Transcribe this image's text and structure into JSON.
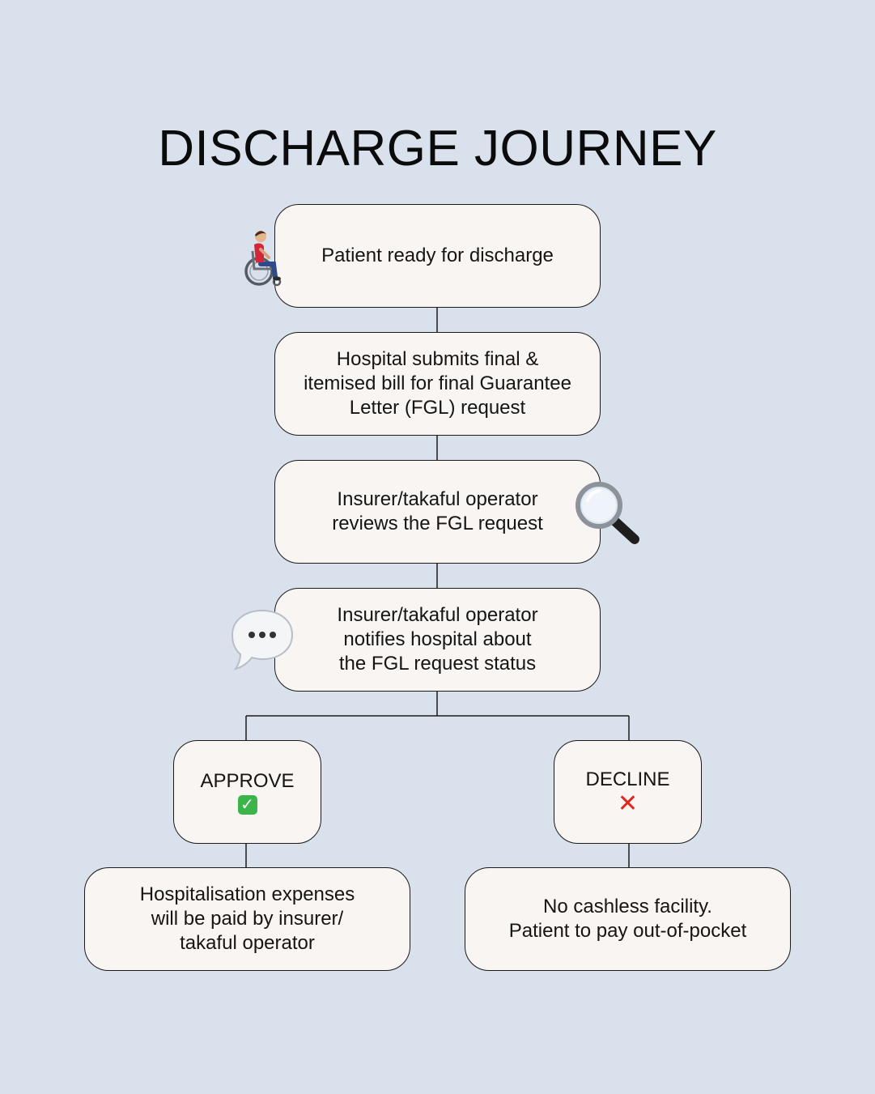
{
  "title": "DISCHARGE JOURNEY",
  "steps": [
    {
      "text": "Patient ready for discharge",
      "icon": "wheelchair-person-icon"
    },
    {
      "text": "Hospital submits final &\nitemised bill for final Guarantee\nLetter (FGL) request"
    },
    {
      "text": "Insurer/takaful operator\nreviews the FGL request",
      "icon": "magnifying-glass-icon"
    },
    {
      "text": "Insurer/takaful operator\nnotifies hospital about\nthe FGL request status",
      "icon": "speech-bubble-icon"
    }
  ],
  "branches": {
    "approve": {
      "label": "APPROVE",
      "icon": "check-mark-icon",
      "outcome": "Hospitalisation expenses\nwill be paid by insurer/\ntakaful operator"
    },
    "decline": {
      "label": "DECLINE",
      "icon": "cross-mark-icon",
      "outcome": "No cashless facility.\nPatient to pay out-of-pocket"
    }
  },
  "colors": {
    "background": "#d9e1ed",
    "box_fill": "#f8f5f2",
    "box_border": "#1a1a1a",
    "approve_icon": "#3bb44a",
    "decline_icon": "#e3241b"
  }
}
